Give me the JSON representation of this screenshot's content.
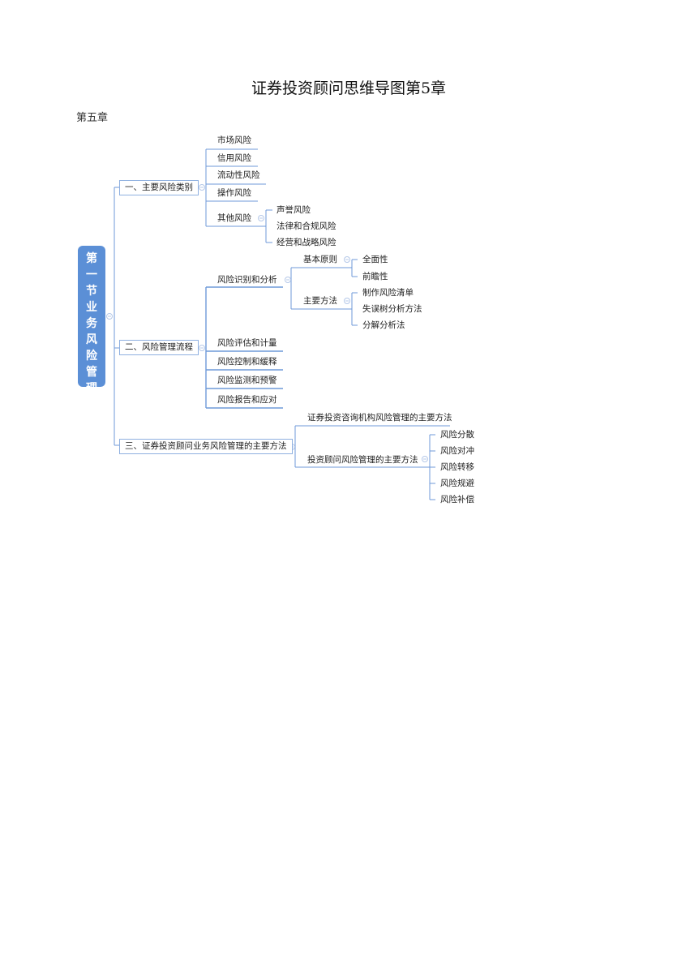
{
  "title": "证券投资顾问思维导图第5章",
  "chapter": "第五章",
  "root": "第一节业务风险管理",
  "l1": [
    "一、主要风险类别",
    "二、风险管理流程",
    "三、证券投资顾问业务风险管理的主要方法"
  ],
  "cat": {
    "items": [
      "市场风险",
      "信用风险",
      "流动性风险",
      "操作风险",
      "其他风险"
    ],
    "other": [
      "声誉风险",
      "法律和合规风险",
      "经营和战略风险"
    ]
  },
  "proc": {
    "items": [
      "风险识别和分析",
      "风险评估和计量",
      "风险控制和缓释",
      "风险监测和预警",
      "风险报告和应对"
    ],
    "ident": [
      "基本原则",
      "主要方法"
    ],
    "principles": [
      "全面性",
      "前瞻性"
    ],
    "methods": [
      "制作风险清单",
      "失误树分析方法",
      "分解分析法"
    ]
  },
  "meth": {
    "items": [
      "证券投资咨询机构风险管理的主要方法",
      "投资顾问风险管理的主要方法"
    ],
    "advisor": [
      "风险分散",
      "风险对冲",
      "风险转移",
      "风险规避",
      "风险补偿"
    ]
  },
  "colors": {
    "line": "#5b8fd6",
    "root": "#5b8fd6"
  }
}
